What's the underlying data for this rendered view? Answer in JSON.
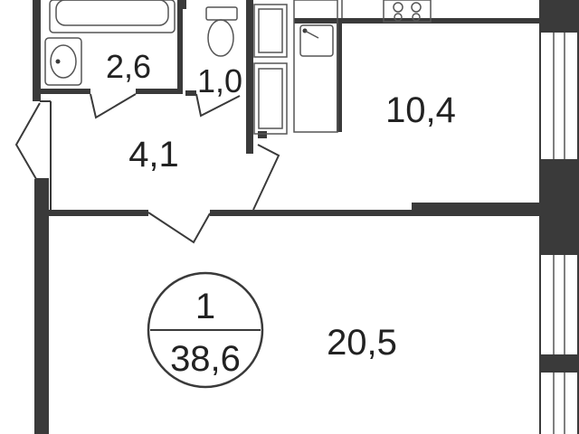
{
  "plan": {
    "rooms": [
      {
        "id": "bathroom",
        "area": "2,6"
      },
      {
        "id": "toilet",
        "area": "1,0"
      },
      {
        "id": "kitchen",
        "area": "10,4"
      },
      {
        "id": "hall",
        "area": "4,1"
      },
      {
        "id": "living-room",
        "area": "20,5"
      }
    ],
    "badge": {
      "rooms_count": "1",
      "total_area": "38,6"
    },
    "colors": {
      "wall": "#3a3a3a",
      "background": "#ffffff",
      "window": "#ffffff"
    }
  }
}
